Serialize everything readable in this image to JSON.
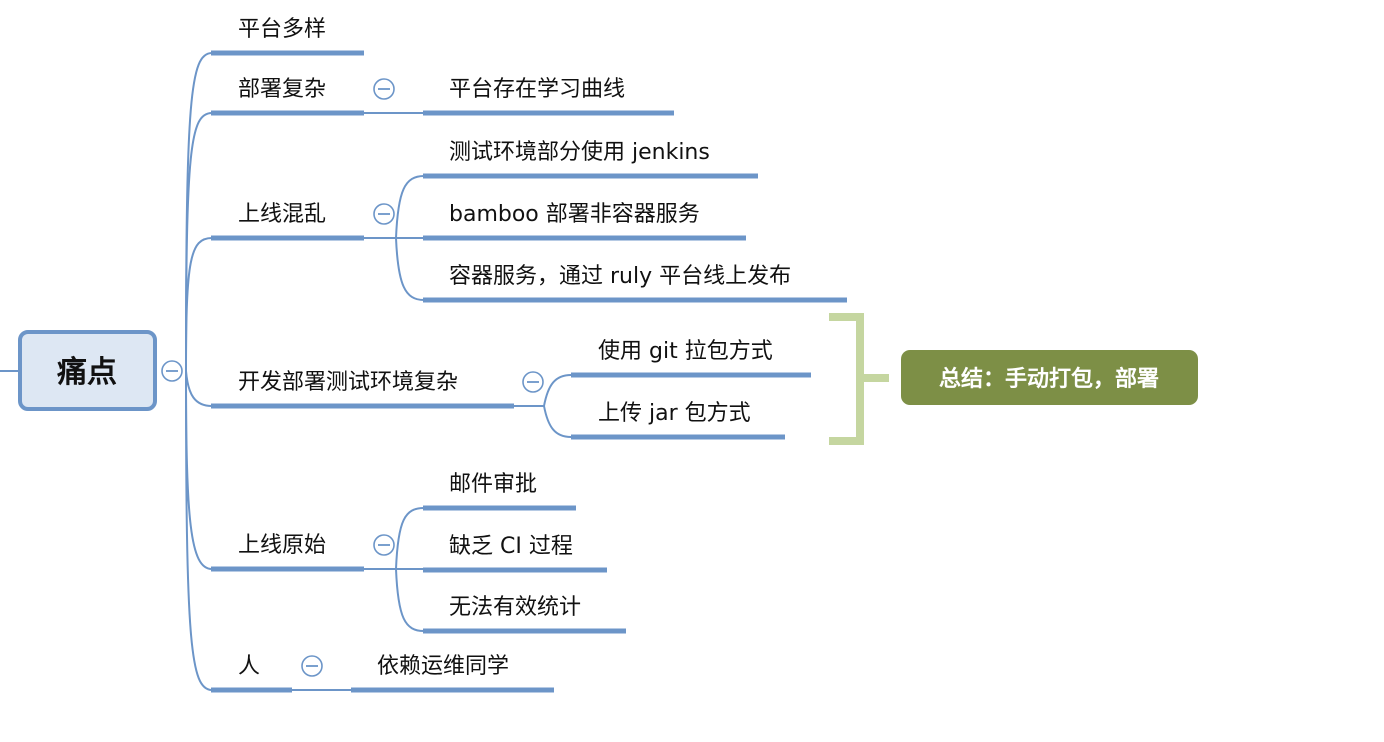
{
  "root": {
    "label": "痛点"
  },
  "branches": [
    {
      "label": "平台多样",
      "children": []
    },
    {
      "label": "部署复杂",
      "children": [
        "平台存在学习曲线"
      ]
    },
    {
      "label": "上线混乱",
      "children": [
        "测试环境部分使用 jenkins",
        "bamboo 部署非容器服务",
        "容器服务，通过 ruly 平台线上发布"
      ]
    },
    {
      "label": "开发部署测试环境复杂",
      "children": [
        "使用 git 拉包方式",
        "上传 jar 包方式"
      ]
    },
    {
      "label": "上线原始",
      "children": [
        "邮件审批",
        "缺乏 CI 过程",
        "无法有效统计"
      ]
    },
    {
      "label": "人",
      "children": [
        "依赖运维同学"
      ]
    }
  ],
  "summary": {
    "label": "总结：手动打包，部署"
  },
  "colors": {
    "branch_line": "#6c95c8",
    "root_fill": "#dde7f3",
    "summary_fill": "#7d8f46",
    "bracket": "#c5d6a0"
  }
}
